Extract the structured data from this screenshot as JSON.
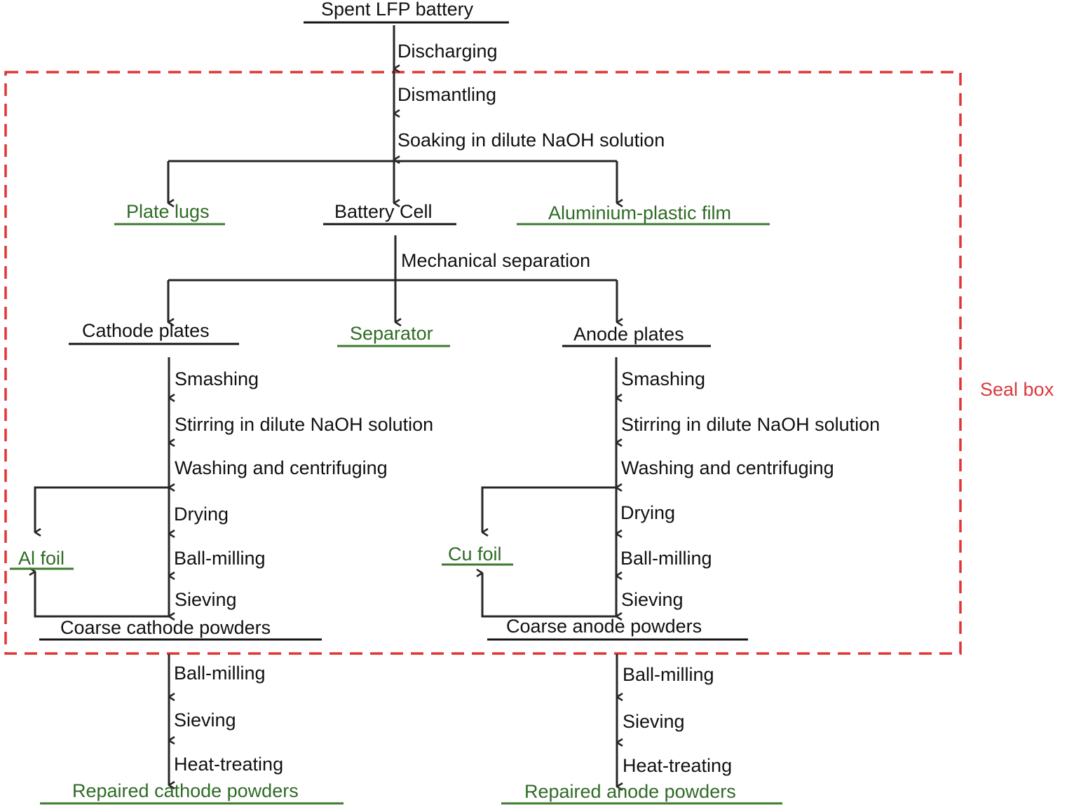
{
  "title": "Recycling flow of spent LFP battery",
  "colors": {
    "product": "#111111",
    "byproduct": "#2f6b25",
    "seal_box": "#d9393a",
    "arrow": "#2a2626"
  },
  "seal_box_label": "Seal box",
  "top": {
    "start": "Spent LFP battery",
    "steps": [
      "Discharging",
      "Dismantling",
      "Soaking in dilute NaOH solution"
    ]
  },
  "branch1": {
    "left": "Plate lugs",
    "center": "Battery Cell",
    "right": "Aluminium-plastic film"
  },
  "separation_step": "Mechanical separation",
  "branch2": {
    "left": "Cathode plates",
    "center": "Separator",
    "right": "Anode plates"
  },
  "cathode": {
    "steps": [
      "Smashing",
      "Stirring in dilute NaOH solution",
      "Washing and centrifuging",
      "Drying",
      "Ball-milling",
      "Sieving"
    ],
    "byproduct": "Al foil",
    "coarse": "Coarse cathode powders",
    "post_steps": [
      "Ball-milling",
      "Sieving",
      "Heat-treating"
    ],
    "final": "Repaired cathode powders"
  },
  "anode": {
    "steps": [
      "Smashing",
      "Stirring in dilute NaOH solution",
      "Washing and centrifuging",
      "Drying",
      "Ball-milling",
      "Sieving"
    ],
    "byproduct": "Cu foil",
    "coarse": "Coarse anode powders",
    "post_steps": [
      "Ball-milling",
      "Sieving",
      "Heat-treating"
    ],
    "final": "Repaired anode powders"
  }
}
